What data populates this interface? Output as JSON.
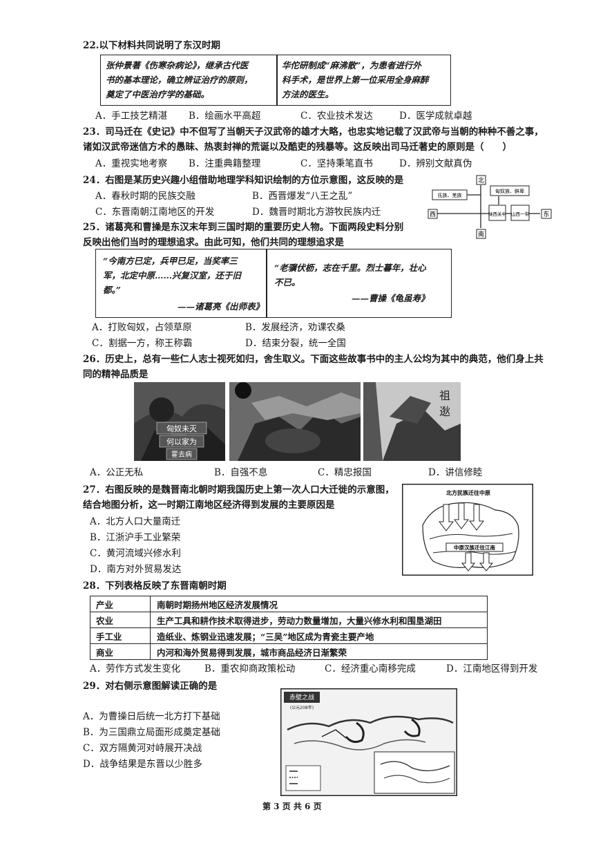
{
  "q22": {
    "stem": "22.以下材料共同说明了东汉时期",
    "material_left": [
      "张仲景著《伤寒杂病论》，继承古代医",
      "书的基本理论，确立辨证治疗的原则，",
      "奠定了中医治疗学的基础。"
    ],
    "material_right": [
      "华佗研制成“麻沸散”，为患者进行外",
      "科手术，是世界上第一位采用全身麻醉",
      "方法的医生。"
    ],
    "options": [
      "A．手工技艺精湛",
      "B．绘画水平高超",
      "C．农业技术发达",
      "D．医学成就卓越"
    ]
  },
  "q23": {
    "stem_lines": [
      "23．司马迁在《史记》中不但写了当朝天子汉武帝的雄才大略，也忠实地记载了汉武帝与当朝的种种不善之事，",
      "诸如汉武帝迷信方术的愚昧、热衷封禅的荒诞以及酷吏的残暴等。这反映出司马迁著史的原则是（　　）"
    ],
    "options": [
      "A．重视实地考察",
      "B．注重典籍整理",
      "C．坚持秉笔直书",
      "D．辨别文献真伪"
    ]
  },
  "q24": {
    "stem": "24．右图是某历史兴趣小组借助地理学科知识绘制的方位示意图，这反映的是",
    "options": [
      "A．春秋时期的民族交融",
      "B．西晋爆发“八王之乱”",
      "C．东晋南朝江南地区的开发",
      "D．魏晋时期北方游牧民族内迁"
    ],
    "diagram": {
      "north": "北",
      "south": "南",
      "west": "西",
      "east": "东",
      "left_label": "氐族、羌族",
      "top_right_label": "匈奴族、鲜卑",
      "center": "陕西关中",
      "right": "山西一带"
    }
  },
  "q25": {
    "stem_lines": [
      "25．诸葛亮和曹操是东汉末年到三国时期的重要历史人物。下面两段史料分别",
      "反映出他们当时的理想追求。由此可知，他们共同的理想追求是"
    ],
    "material_left": [
      "“今南方已定，兵甲已足，当奖率三",
      "军，北定中原……兴复汉室，还于旧",
      "都。”"
    ],
    "source_left": "——诸葛亮《出师表》",
    "material_right": [
      "“老骥伏枥，志在千里。烈士暮年，壮心",
      "不已。"
    ],
    "source_right": "——曹操《龟虽寿》",
    "options": [
      "A．打败匈奴，占领草原",
      "B．发展经济，劝课农桑",
      "C．割据一方，称王称霸",
      "D．结束分裂，统一全国"
    ]
  },
  "q26": {
    "stem_lines": [
      "26．历史上，总有一些仁人志士视死如归，舍生取义。下面这些故事书中的主人公均为其中的典范，他们身上共",
      "同的精神品质是"
    ],
    "image1_text": [
      "匈奴未灭",
      "何以家为",
      "霍去病"
    ],
    "image3_text": [
      "祖",
      "逖"
    ],
    "options": [
      "A．公正无私",
      "B．自强不息",
      "C．精忠报国",
      "D．讲信修睦"
    ]
  },
  "q27": {
    "stem_lines": [
      "27．右图反映的是魏晋南北朝时期我国历史上第一次人口大迁徙的示意图，",
      "结合地图分析，这一时期江南地区经济得到发展的主要原因是"
    ],
    "options": [
      "A．北方人口大量南迁",
      "B．江浙沪手工业繁荣",
      "C．黄河流域兴修水利",
      "D．南方对外贸易发达"
    ],
    "map_title": "北方民族迁往中原",
    "map_label": "中原汉族迁往江南"
  },
  "q28": {
    "stem": "28．下列表格反映了东晋南朝时期",
    "table": [
      {
        "k": "产业",
        "v": "南朝时期扬州地区经济发展情况"
      },
      {
        "k": "农业",
        "v": "生产工具和耕作技术取得进步，劳动力数量增加，大量兴修水利和围垦湖田"
      },
      {
        "k": "手工业",
        "v": "造纸业、炼钢业迅速发展；“三吴”地区成为青瓷主要产地"
      },
      {
        "k": "商业",
        "v": "内河和海外贸易得到发展，城市商品经济日渐繁荣"
      }
    ],
    "options": [
      "A．劳作方式发生变化",
      "B．重农抑商政策松动",
      "C．经济重心南移完成",
      "D．江南地区得到开发"
    ]
  },
  "q29": {
    "stem": "29．对右侧示意图解读正确的是",
    "options": [
      "A．为曹操日后统一北方打下基础",
      "B．为三国鼎立局面形成奠定基础",
      "C．双方隔黄河对峙展开决战",
      "D．战争结果是东晋以少胜多"
    ],
    "map_title": "赤壁之战",
    "map_subtitle": "(公元208年)"
  },
  "footer": "第 3 页 共 6 页"
}
